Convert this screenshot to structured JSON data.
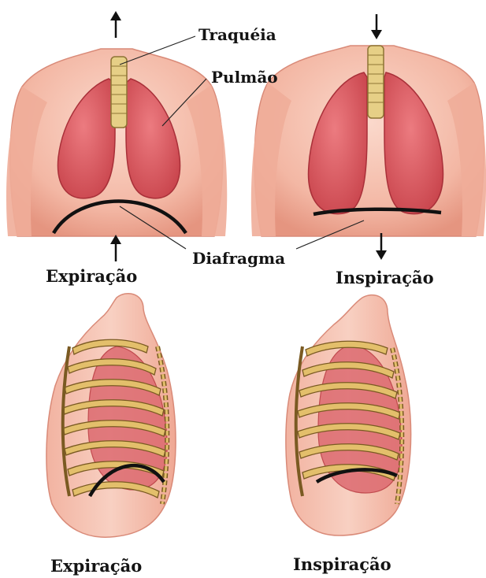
{
  "labels": {
    "trachea": "Traquéia",
    "lung": "Pulmão",
    "diaphragm": "Diafragma",
    "top_left_caption": "Expiração",
    "top_right_caption": "Inspiração",
    "bottom_left_caption": "Expiração",
    "bottom_right_caption": "Inspiração"
  },
  "colors": {
    "skin": "#f6c0b0",
    "skin_shade": "#e89a88",
    "lung": "#dd5a5f",
    "lung_dark": "#b9373e",
    "trachea": "#e6cf86",
    "rib": "#e3bf6b",
    "rib_outline": "#7a5a22",
    "diaphragm": "#111111"
  }
}
